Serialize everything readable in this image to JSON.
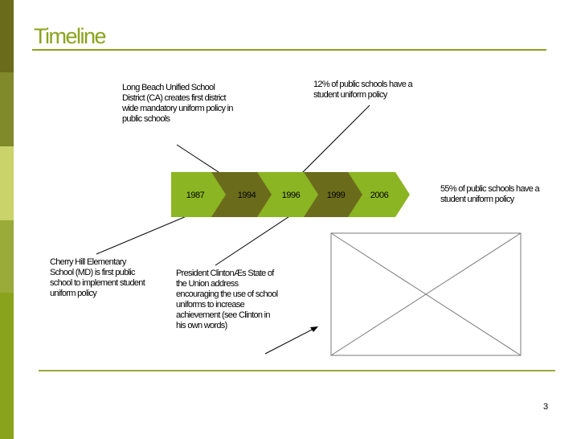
{
  "slide": {
    "title": "Timeline",
    "page_number": "3"
  },
  "timeline": {
    "years": [
      {
        "label": "1987",
        "color": "#8bb522"
      },
      {
        "label": "1994",
        "color": "#6b6b1c"
      },
      {
        "label": "1996",
        "color": "#8bb522"
      },
      {
        "label": "1999",
        "color": "#6b6b1c"
      },
      {
        "label": "2006",
        "color": "#8bb522"
      }
    ]
  },
  "notes": {
    "long_beach": "Long Beach Unified School District (CA) creates first district wide mandatory uniform policy in public schools",
    "twelve_percent": "12% of public schools have a student uniform policy",
    "fifty_five_percent": "55% of public schools have a student uniform policy",
    "cherry_hill": "Cherry Hill Elementary School (MD) is first public school to implement student uniform policy",
    "clinton": "President ClintonÆs State of the Union address encouraging the use of school uniforms to increase achievement (see Clinton in his own words)"
  },
  "colors": {
    "accent": "#8aa31c",
    "sidebar_dark": "#6b6b1c",
    "sidebar_light": "#c9d36a",
    "chevron_light": "#8bb522",
    "chevron_dark": "#6b6b1c"
  }
}
